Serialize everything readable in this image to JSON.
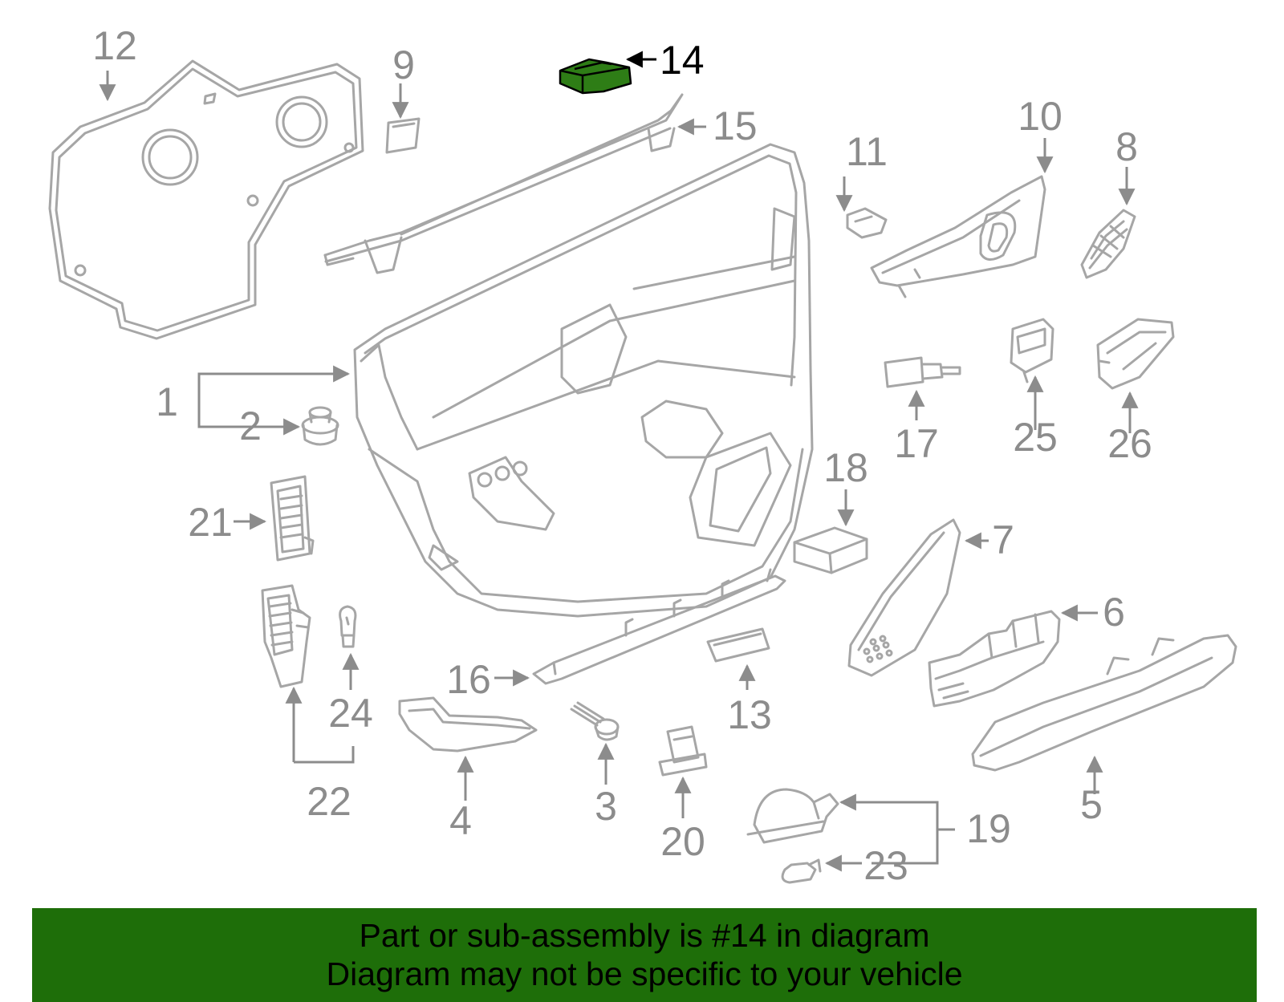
{
  "diagram": {
    "part_color": "#a6a6a6",
    "highlight_color": "#2e7d16",
    "label_color": "#8c8c8c",
    "highlight_label_color": "#000000",
    "callouts": [
      {
        "id": "1",
        "label": "1"
      },
      {
        "id": "2",
        "label": "2"
      },
      {
        "id": "3",
        "label": "3"
      },
      {
        "id": "4",
        "label": "4"
      },
      {
        "id": "5",
        "label": "5"
      },
      {
        "id": "6",
        "label": "6"
      },
      {
        "id": "7",
        "label": "7"
      },
      {
        "id": "8",
        "label": "8"
      },
      {
        "id": "9",
        "label": "9"
      },
      {
        "id": "10",
        "label": "10"
      },
      {
        "id": "11",
        "label": "11"
      },
      {
        "id": "12",
        "label": "12"
      },
      {
        "id": "13",
        "label": "13"
      },
      {
        "id": "14",
        "label": "14",
        "highlighted": true
      },
      {
        "id": "15",
        "label": "15"
      },
      {
        "id": "16",
        "label": "16"
      },
      {
        "id": "17",
        "label": "17"
      },
      {
        "id": "18",
        "label": "18"
      },
      {
        "id": "19",
        "label": "19"
      },
      {
        "id": "20",
        "label": "20"
      },
      {
        "id": "21",
        "label": "21"
      },
      {
        "id": "22",
        "label": "22"
      },
      {
        "id": "23",
        "label": "23"
      },
      {
        "id": "24",
        "label": "24"
      },
      {
        "id": "25",
        "label": "25"
      },
      {
        "id": "26",
        "label": "26"
      }
    ]
  },
  "banner": {
    "line1": "Part or sub-assembly is #14 in diagram",
    "line2": "Diagram may not be specific to your vehicle",
    "background": "#1e6e09"
  }
}
